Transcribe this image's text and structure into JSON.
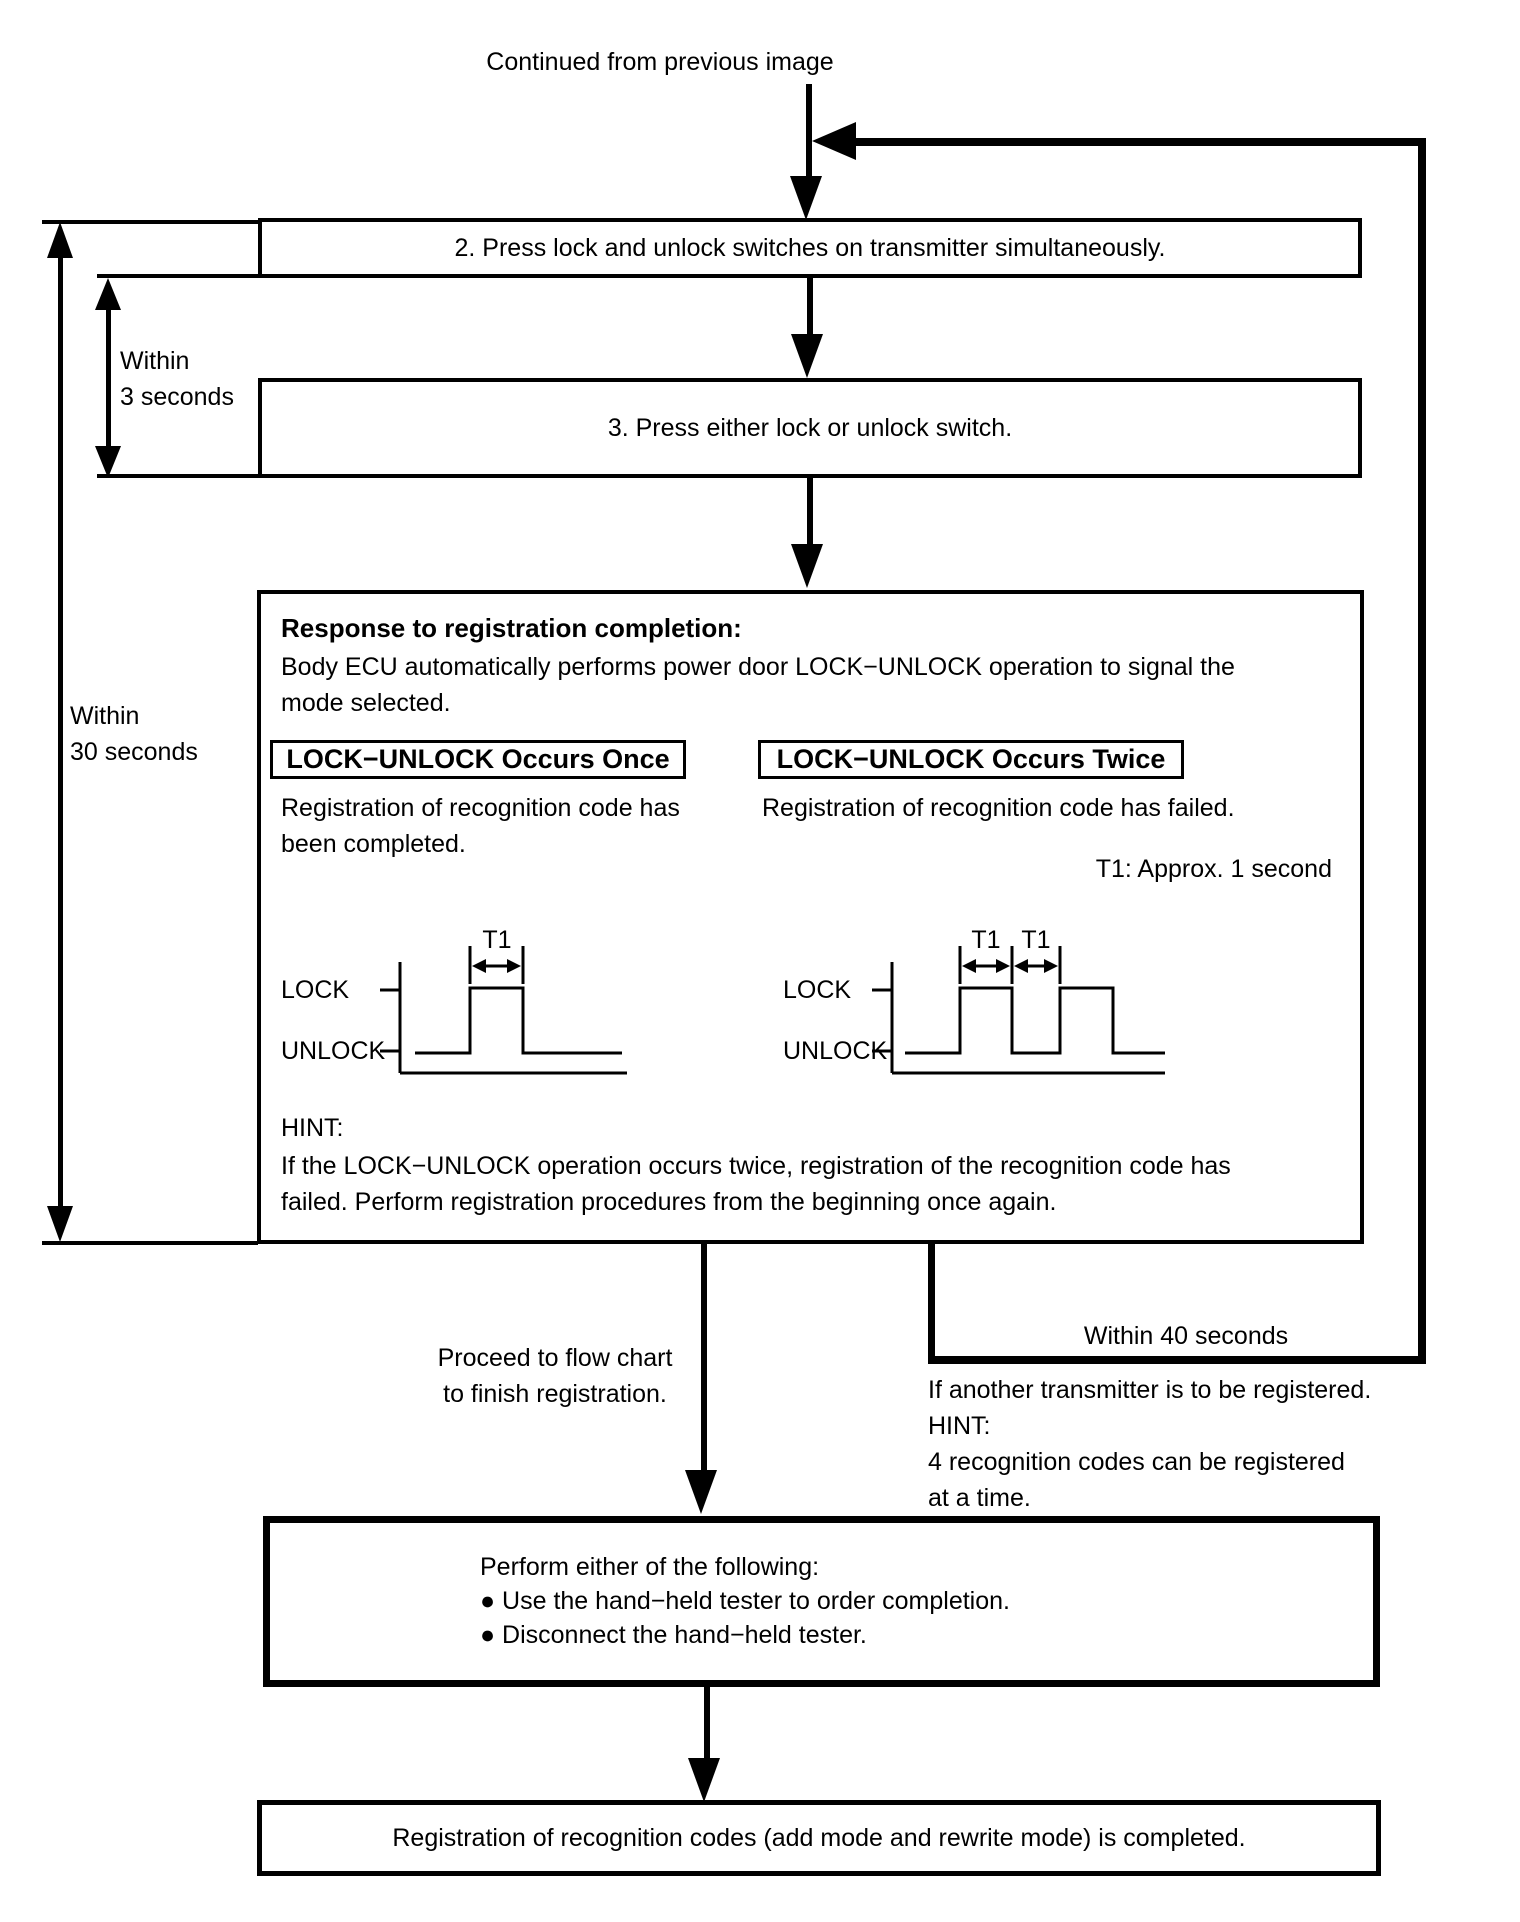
{
  "top": {
    "continued": "Continued from previous image"
  },
  "timing": {
    "within_3s": [
      "Within",
      "3 seconds"
    ],
    "within_30s": [
      "Within",
      "30 seconds"
    ],
    "within_40s": "Within 40 seconds"
  },
  "steps": {
    "step2": "2. Press lock and unlock switches on transmitter simultaneously.",
    "step3": "3. Press either lock or unlock switch."
  },
  "response_box": {
    "title": "Response to registration completion:",
    "body": [
      "Body ECU automatically performs power door LOCK−UNLOCK operation to signal the",
      "mode selected."
    ],
    "once": {
      "label": "LOCK−UNLOCK Occurs Once",
      "desc": [
        "Registration of recognition code has",
        "been completed."
      ]
    },
    "twice": {
      "label": "LOCK−UNLOCK Occurs Twice",
      "desc": [
        "Registration of recognition code has failed."
      ]
    },
    "t1_note": "T1: Approx. 1 second",
    "waveform": {
      "lock": "LOCK",
      "unlock": "UNLOCK",
      "t1": "T1"
    },
    "hint_title": "HINT:",
    "hint": [
      "If the LOCK−UNLOCK operation occurs twice, registration of the recognition code has",
      "failed. Perform registration procedures from the beginning once again."
    ]
  },
  "branch": {
    "proceed": [
      "Proceed to flow chart",
      "to finish registration."
    ],
    "another": [
      "If another transmitter is to be registered.",
      "HINT:",
      "4 recognition codes can be registered",
      "at a time."
    ]
  },
  "perform_box": {
    "lines": [
      "Perform either of the following:",
      "● Use the hand−held tester to order completion.",
      "● Disconnect the hand−held tester."
    ]
  },
  "final_box": {
    "text": "Registration of recognition codes (add mode and rewrite mode) is completed."
  },
  "colors": {
    "ink": "#000000",
    "paper": "#ffffff"
  }
}
